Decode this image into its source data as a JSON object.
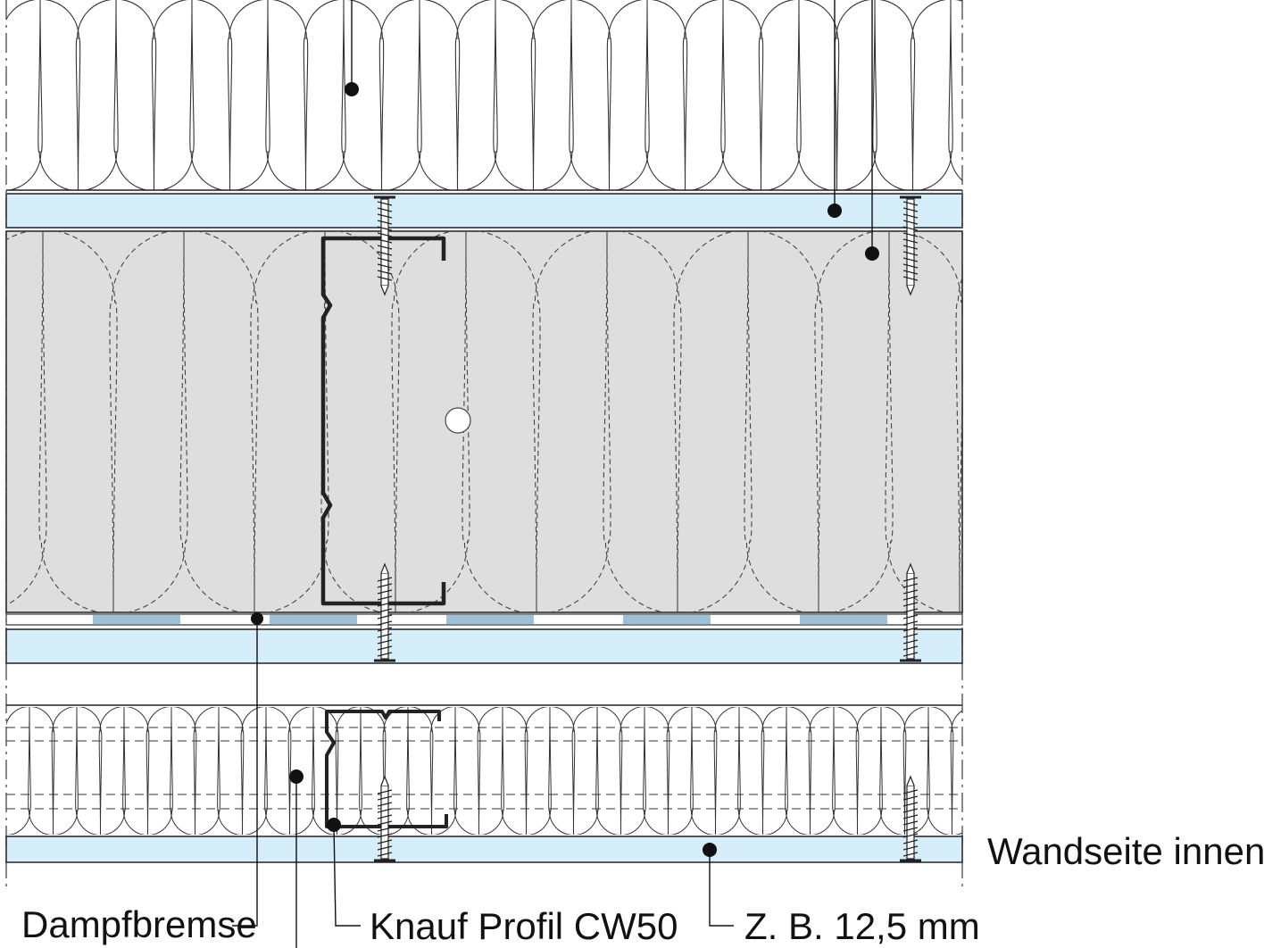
{
  "labels": {
    "interior_side": "Wandseite innen",
    "vapor_barrier": "Dampfbremse",
    "profile": "Knauf Profil CW50",
    "board_example": "Z. B. 12,5 mm"
  },
  "colors": {
    "board_fill": "#d6eef9",
    "core_fill": "#dedede",
    "barrier_strip": "#9cc0d6",
    "line": "#1a1a1a",
    "profile_stroke": "#222222"
  },
  "icons": [
    "screw-icon",
    "leader-dot-icon"
  ]
}
